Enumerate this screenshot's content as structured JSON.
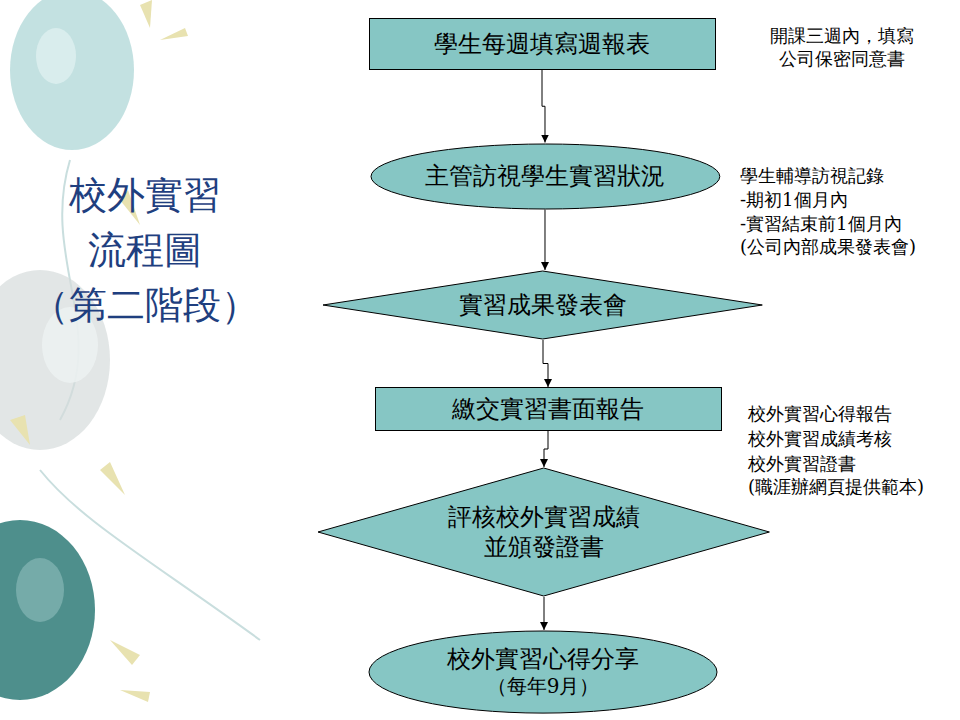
{
  "diagram": {
    "title": "校外實習 流程圖 （第二階段）",
    "nodes": [
      {
        "text": [
          "學生每週填寫週報表"
        ]
      },
      {
        "text": [
          "主管訪視學生實習狀況"
        ]
      },
      {
        "text": [
          "實習成果發表會"
        ]
      },
      {
        "text": [
          "繳交實習書面報告"
        ]
      },
      {
        "text": [
          "評核校外實習成績 並頒發證書"
        ]
      },
      {
        "text": [
          "校外實習心得分享",
          "（每年9月）"
        ]
      }
    ],
    "edges": [
      {
        "from": 0,
        "to": 1,
        "arrow": "to"
      },
      {
        "from": 1,
        "to": 2,
        "arrow": "to"
      },
      {
        "from": 2,
        "to": 3,
        "arrow": "to"
      },
      {
        "from": 3,
        "to": 4,
        "arrow": "to"
      },
      {
        "from": 4,
        "to": 5,
        "arrow": "to"
      }
    ],
    "labels": [
      "開課三週內，填寫 公司保密同意書",
      "學生輔導訪視記錄",
      "-期初1個月內",
      "-實習結束前1個月內 (公司內部成果發表會)",
      "校外實習心得報告",
      "校外實習成績考核",
      "校外實習證書(職涯辦網頁提供範本)"
    ]
  }
}
